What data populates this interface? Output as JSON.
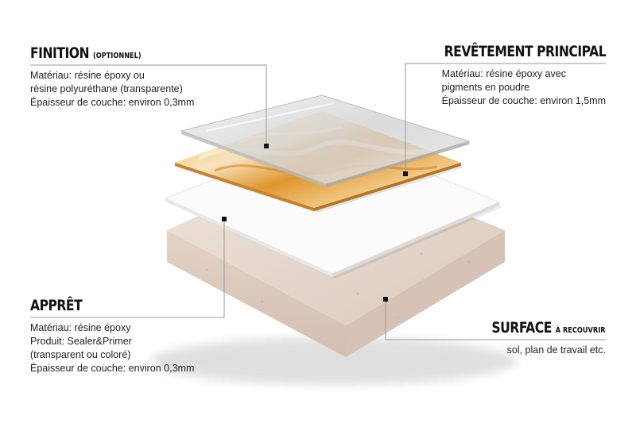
{
  "layers": {
    "finition": {
      "title": "FINITION",
      "title_suffix": "(OPTIONNEL)",
      "lines": [
        "Matériau: résine époxy ou",
        "résine polyuréthane (transparente)",
        "Épaisseur de couche: environ 0,3mm"
      ]
    },
    "revetement": {
      "title": "REVÊTEMENT PRINCIPAL",
      "lines": [
        "Matériau: résine époxy avec",
        "pigments en poudre",
        "Épaisseur de couche: environ 1,5mm"
      ]
    },
    "appret": {
      "title": "APPRÊT",
      "lines": [
        "Matériau: résine époxy",
        "Produit: Sealer&Primer",
        "(transparent ou coloré)",
        "Épaisseur de couche: environ 0,3mm"
      ]
    },
    "surface": {
      "title": "SURFACE",
      "title_suffix": "À RECOUVRIR",
      "lines": [
        "sol, plan de travail etc."
      ]
    }
  },
  "colors": {
    "concrete": "#e6d9cf",
    "primer": "#fbfbfb",
    "gold": "#e6a33c",
    "glass": "#d9d9d9",
    "leader": "#9a9a9a",
    "marker": "#111111"
  }
}
